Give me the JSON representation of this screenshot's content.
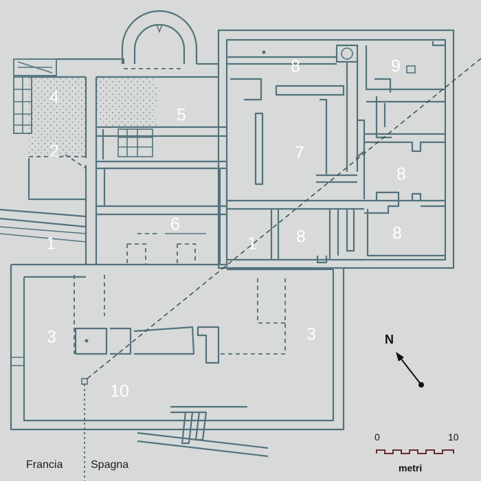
{
  "map": {
    "rooms": [
      {
        "id": "room-4",
        "label": "4"
      },
      {
        "id": "room-2",
        "label": "2"
      },
      {
        "id": "room-5",
        "label": "5"
      },
      {
        "id": "room-8a",
        "label": "8"
      },
      {
        "id": "room-9",
        "label": "9"
      },
      {
        "id": "room-7",
        "label": "7"
      },
      {
        "id": "room-8b",
        "label": "8"
      },
      {
        "id": "room-6",
        "label": "6"
      },
      {
        "id": "room-1a",
        "label": "1"
      },
      {
        "id": "room-1b",
        "label": "1"
      },
      {
        "id": "room-8c",
        "label": "8"
      },
      {
        "id": "room-8d",
        "label": "8"
      },
      {
        "id": "room-3a",
        "label": "3"
      },
      {
        "id": "room-3b",
        "label": "3"
      },
      {
        "id": "room-10",
        "label": "10"
      }
    ],
    "border_labels": {
      "left": "Francia",
      "right": "Spagna"
    },
    "north": {
      "label": "N"
    },
    "scale": {
      "start": "0",
      "end": "10",
      "unit": "metri"
    },
    "colors": {
      "background": "#d7dad9",
      "walls": "#52727c",
      "room_numbers": "#ffffff"
    }
  }
}
